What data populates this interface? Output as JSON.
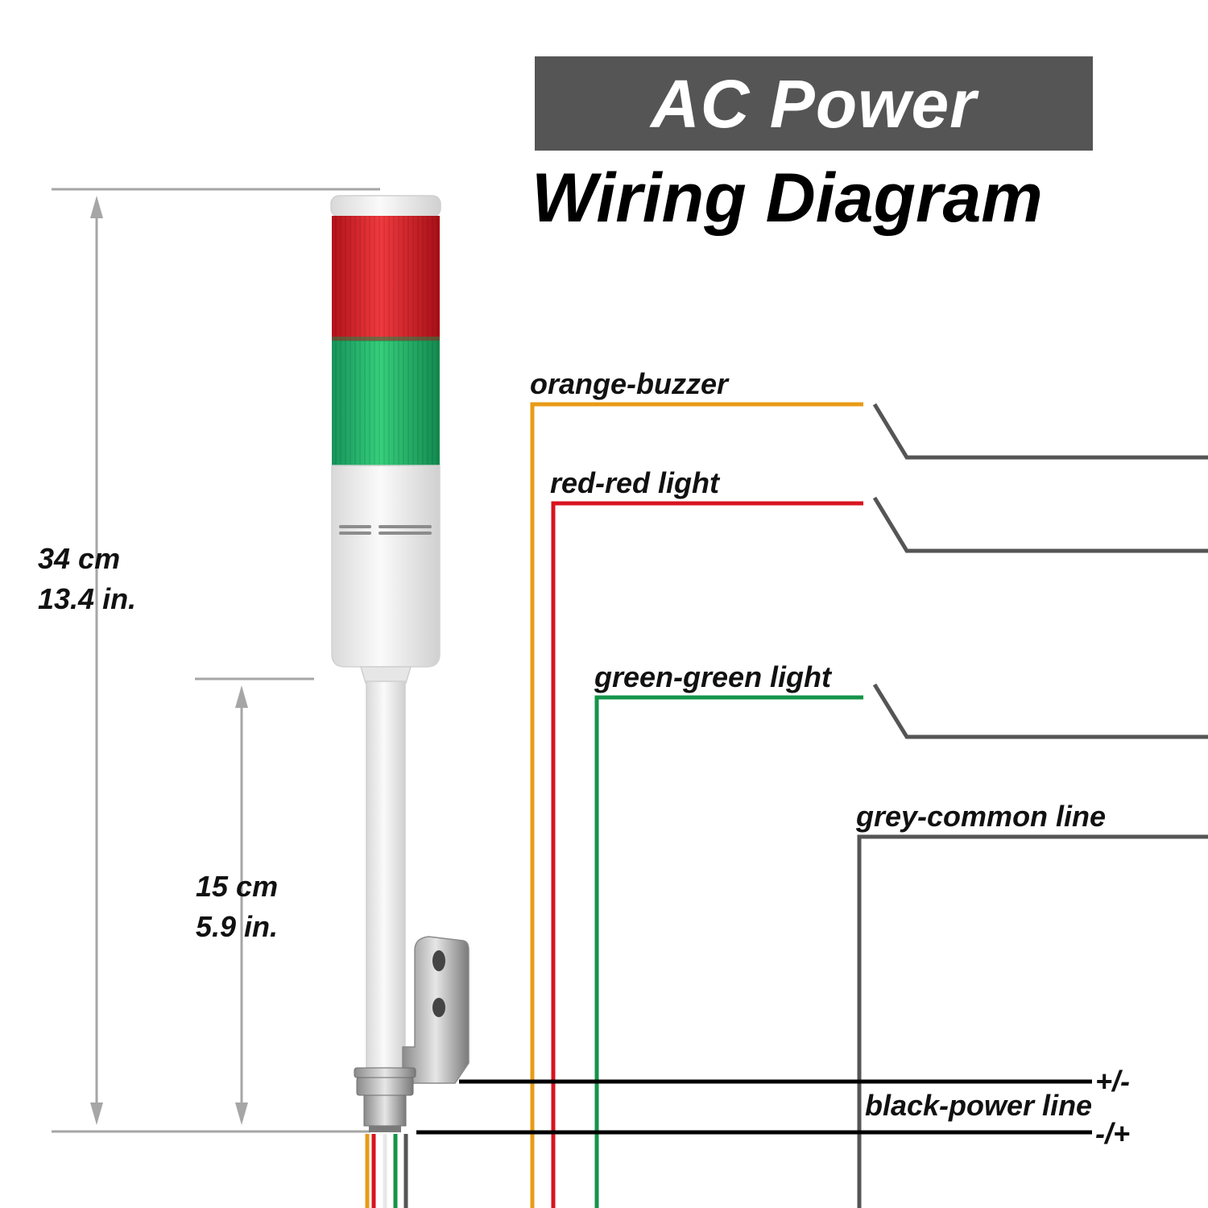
{
  "header": {
    "title": "AC Power",
    "subtitle": "Wiring Diagram"
  },
  "dimensions": {
    "total_height": {
      "metric": "34 cm",
      "imperial": "13.4 in."
    },
    "pole_height": {
      "metric": "15 cm",
      "imperial": "5.9 in."
    }
  },
  "wires": {
    "orange": {
      "label": "orange-buzzer",
      "color": "#E89B16"
    },
    "red": {
      "label": "red-red light",
      "color": "#D8141F"
    },
    "green": {
      "label": "green-green light",
      "color": "#14944A"
    },
    "grey": {
      "label": "grey-common line",
      "color": "#555555"
    },
    "black": {
      "label": "black-power line",
      "color": "#000000",
      "top_polarity": "+/-",
      "bottom_polarity": "-/+"
    }
  },
  "tower": {
    "tiers": [
      {
        "name": "red",
        "color": "#E0222A"
      },
      {
        "name": "green",
        "color": "#21B563"
      }
    ],
    "body_color": "#F1F1F1"
  }
}
